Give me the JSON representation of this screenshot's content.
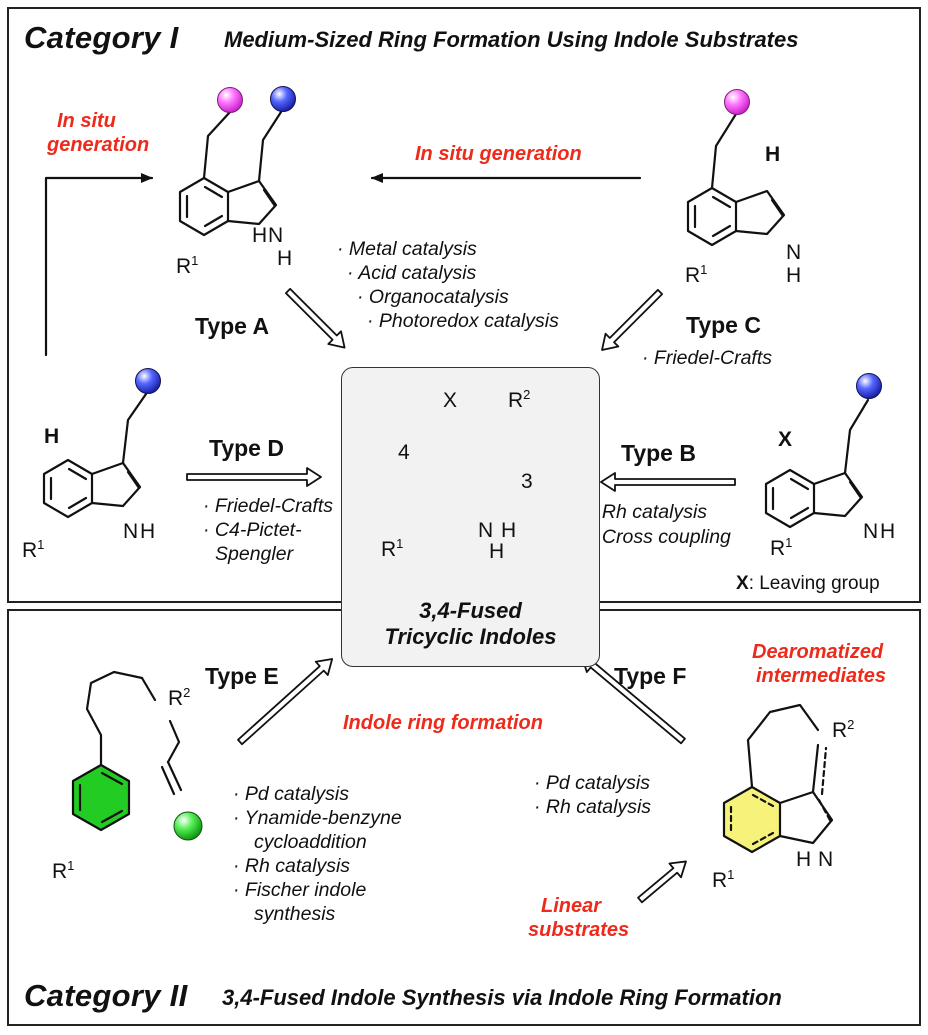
{
  "category1": {
    "label": "Category I",
    "subtitle": "Medium-Sized Ring Formation Using Indole Substrates"
  },
  "category2": {
    "label": "Category II",
    "subtitle": "3,4-Fused Indole Synthesis via Indole Ring Formation"
  },
  "center": {
    "title_line1": "3,4-Fused",
    "title_line2": "Tricyclic Indoles",
    "x_label": "X",
    "r2_label": "R",
    "r2_sup": "2",
    "pos4": "4",
    "pos3": "3",
    "r1_label": "R",
    "r1_sup": "1",
    "nh_n": "N",
    "nh_h": "H"
  },
  "red_labels": {
    "in_situ_left_1": "In situ",
    "in_situ_left_2": "generation",
    "in_situ_top": "In situ generation",
    "dearomatized_1": "Dearomatized",
    "dearomatized_2": "intermediates",
    "indole_ring_formation": "Indole ring formation",
    "linear_1": "Linear",
    "linear_2": "substrates"
  },
  "types": {
    "a": "Type A",
    "b": "Type B",
    "c": "Type C",
    "d": "Type D",
    "e": "Type E",
    "f": "Type F"
  },
  "conditions": {
    "type_a": [
      "· Metal catalysis",
      "· Acid catalysis",
      "· Organocatalysis",
      "· Photoredox catalysis"
    ],
    "type_c": [
      "· Friedel-Crafts"
    ],
    "type_d": [
      "· Friedel-Crafts",
      "· C4-Pictet-",
      "Spengler"
    ],
    "type_b": [
      "· Rh catalysis",
      "· Cross coupling"
    ],
    "type_e": [
      "· Pd catalysis",
      "· Ynamide-benzyne",
      "cycloaddition",
      "· Rh catalysis",
      "· Fischer indole",
      "synthesis"
    ],
    "type_f": [
      "· Pd catalysis",
      "· Rh catalysis"
    ]
  },
  "atoms": {
    "h": "H",
    "x": "X",
    "n": "N",
    "r": "R",
    "sup1": "1",
    "sup2": "2"
  },
  "legend": {
    "x_bold": "X",
    "x_desc": ": Leaving group"
  },
  "colors": {
    "red_text": "#ee2a1b",
    "magenta_ball": "#ff66ff",
    "blue_ball": "#3344ee",
    "green_ball": "#33dd33",
    "green_ring": "#22cc22",
    "yellow_ring": "#f7f27a",
    "center_fill": "#f2f2f2"
  }
}
